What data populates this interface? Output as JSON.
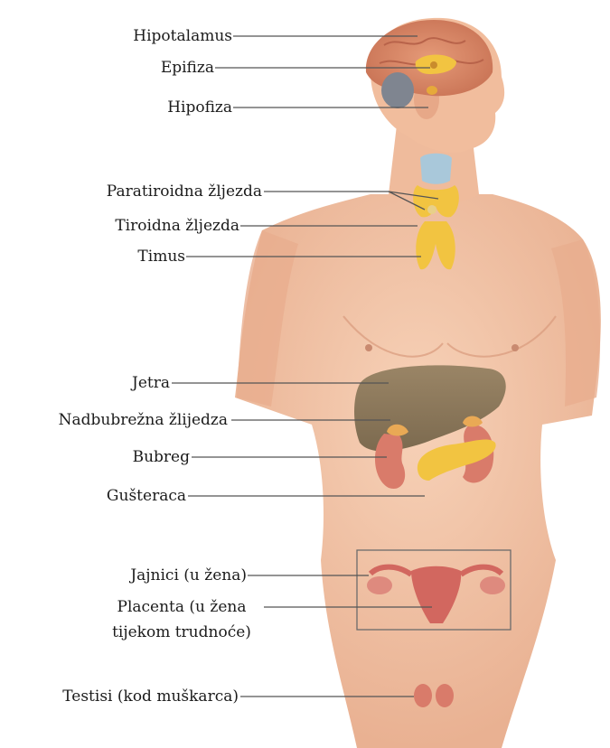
{
  "labels": {
    "hypothalamus": "Hipotalamus",
    "pineal": "Epifiza",
    "pituitary": "Hipofiza",
    "parathyroid": "Paratiroidna žljezda",
    "thyroid": "Tiroidna žljezda",
    "thymus": "Timus",
    "liver": "Jetra",
    "adrenal": "Nadbubrežna žlijedza",
    "kidney": "Bubreg",
    "pancreas": "Gušteraca",
    "ovaries": "Jajnici (u žena)",
    "placenta_line1": "Placenta (u žena",
    "placenta_line2": "tijekom trudnoće)",
    "testes": "Testisi (kod muškarca)"
  },
  "colors": {
    "skin": "#f2c2a4",
    "skin_shadow": "#e3a98a",
    "brain": "#d9896a",
    "liver": "#8b7759",
    "gland_yellow": "#f2c441",
    "thyroid_blue": "#a9c8da",
    "kidney": "#d97b6a",
    "uterus": "#d2675f",
    "leader_line": "#555555"
  }
}
